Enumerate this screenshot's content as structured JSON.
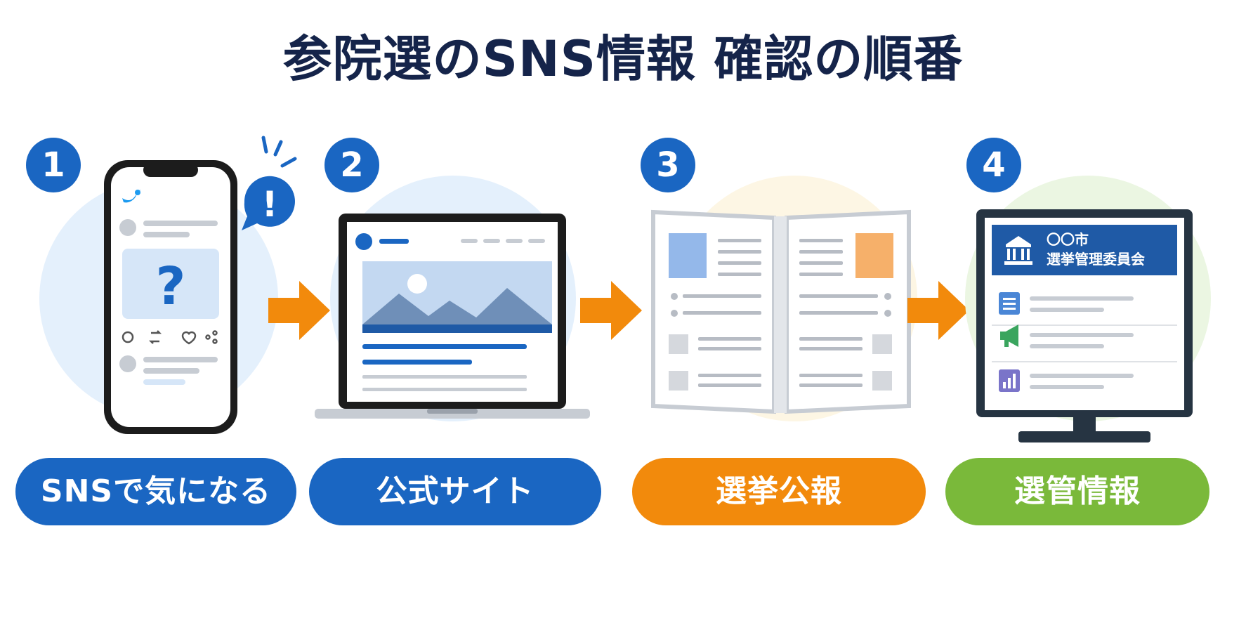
{
  "title": "参院選のSNS情報 確認の順番",
  "steps": [
    {
      "number": "1",
      "label": "SNSで気になる",
      "color": "#1a66c2"
    },
    {
      "number": "2",
      "label": "公式サイト",
      "color": "#1a66c2"
    },
    {
      "number": "3",
      "label": "選挙公報",
      "color": "#f28a0c"
    },
    {
      "number": "4",
      "label": "選管情報",
      "color": "#7ab93a"
    }
  ],
  "phone_icons": {
    "question": "?",
    "alert": "!"
  },
  "monitor_header": {
    "line1": "〇〇市",
    "line2": "選挙管理委員会"
  },
  "arrow_color": "#f28a0c"
}
